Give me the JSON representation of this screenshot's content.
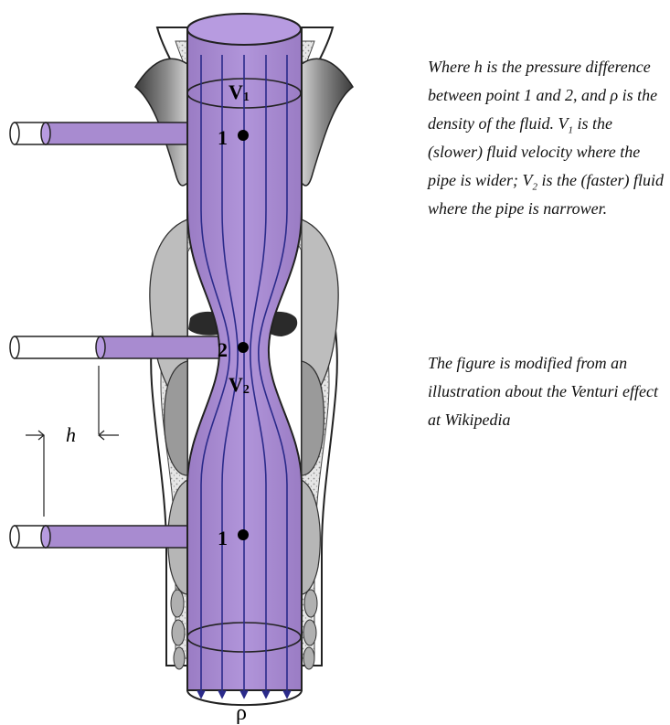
{
  "labels": {
    "v1": {
      "letter": "V",
      "sub": "1"
    },
    "v2": {
      "letter": "V",
      "sub": "2"
    },
    "point1_top": "1",
    "point2": "2",
    "point1_bottom": "1",
    "h": "h",
    "rho": "ρ"
  },
  "caption": {
    "p1_part1": "Where h is the pressure difference between point 1 and 2, and ρ is the density of the fluid. ",
    "p1_v1": "V",
    "p1_v1_sub": "1",
    "p1_part2": " is the (slower) fluid velocity where the pipe is wider; ",
    "p1_v2": "V",
    "p1_v2_sub": "2",
    "p1_part3": " is the (faster) fluid where the pipe is narrower.",
    "p2": "The figure is modified from an illustration about the Venturi effect at Wikipedia"
  },
  "colors": {
    "fluid": "#a88bd0",
    "streamline": "#2a2a8a",
    "tissue_light": "#d9d9d9",
    "tissue_dark": "#707070"
  }
}
